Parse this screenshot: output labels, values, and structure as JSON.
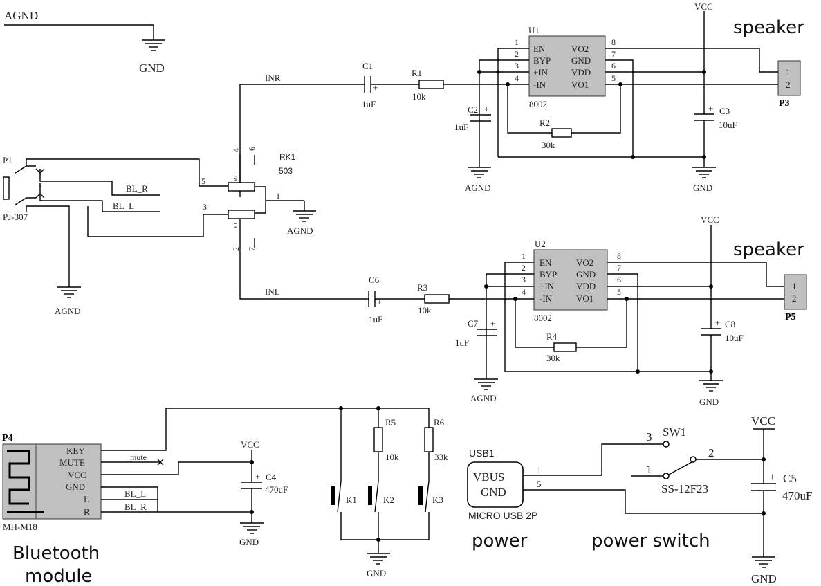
{
  "ground_labels": {
    "agnd_header": "AGND",
    "gnd": "GND",
    "agnd": "AGND"
  },
  "amp_u1": {
    "ref": "U1",
    "part": "8002",
    "pins_left": [
      "EN",
      "BYP",
      "+IN",
      "-IN"
    ],
    "pins_right": [
      "VO2",
      "GND",
      "VDD",
      "VO1"
    ],
    "pin_nums_left": [
      "1",
      "2",
      "3",
      "4"
    ],
    "pin_nums_right": [
      "8",
      "7",
      "6",
      "5"
    ],
    "net_in": "INR",
    "c1": {
      "ref": "C1",
      "value": "1uF"
    },
    "r1": {
      "ref": "R1",
      "value": "10k"
    },
    "c2": {
      "ref": "C2",
      "value": "1uF"
    },
    "r2": {
      "ref": "R2",
      "value": "30k"
    },
    "c3": {
      "ref": "C3",
      "value": "10uF"
    },
    "vcc": "VCC",
    "speaker_label": "speaker",
    "connector": {
      "ref": "P3",
      "pins": [
        "1",
        "2"
      ]
    }
  },
  "amp_u2": {
    "ref": "U2",
    "part": "8002",
    "pins_left": [
      "EN",
      "BYP",
      "+IN",
      "-IN"
    ],
    "pins_right": [
      "VO2",
      "GND",
      "VDD",
      "VO1"
    ],
    "pin_nums_left": [
      "1",
      "2",
      "3",
      "4"
    ],
    "pin_nums_right": [
      "8",
      "7",
      "6",
      "5"
    ],
    "net_in": "INL",
    "c6": {
      "ref": "C6",
      "value": "1uF"
    },
    "r3": {
      "ref": "R3",
      "value": "10k"
    },
    "c7": {
      "ref": "C7",
      "value": "1uF"
    },
    "r4": {
      "ref": "R4",
      "value": "30k"
    },
    "c8": {
      "ref": "C8",
      "value": "10uF"
    },
    "vcc": "VCC",
    "speaker_label": "speaker",
    "connector": {
      "ref": "P5",
      "pins": [
        "1",
        "2"
      ]
    }
  },
  "input_jack": {
    "ref": "P1",
    "part": "PJ-307",
    "net_r": "BL_R",
    "net_l": "BL_L"
  },
  "potentiometer": {
    "ref": "RK1",
    "value": "503",
    "pin_5": "5",
    "pin_3": "3",
    "pin_1": "1",
    "pin_4": "4",
    "pin_6": "6",
    "pin_2": "2",
    "pin_7": "7",
    "tag_r2": "R2",
    "tag_r1": "R1"
  },
  "bt_module": {
    "ref": "P4",
    "part": "MH-M18",
    "pins": [
      "KEY",
      "MUTE",
      "VCC",
      "GND",
      "L",
      "R"
    ],
    "net_mute": "mute",
    "net_l": "BL_L",
    "net_r": "BL_R",
    "c4": {
      "ref": "C4",
      "value": "470uF"
    },
    "vcc": "VCC",
    "caption_line1": "Bluetooth",
    "caption_line2": "module"
  },
  "buttons": {
    "r5": {
      "ref": "R5",
      "value": "10k"
    },
    "r6": {
      "ref": "R6",
      "value": "33k"
    },
    "k1": "K1",
    "k2": "K2",
    "k3": "K3"
  },
  "usb": {
    "ref": "USB1",
    "part": "MICRO USB 2P",
    "pins": [
      "VBUS",
      "GND"
    ],
    "pin_nums": [
      "1",
      "5"
    ],
    "caption": "power"
  },
  "power_switch": {
    "ref": "SW1",
    "part": "SS-12F23",
    "pin_1": "1",
    "pin_2": "2",
    "pin_3": "3",
    "c5": {
      "ref": "C5",
      "value": "470uF"
    },
    "vcc": "VCC",
    "caption": "power switch"
  }
}
